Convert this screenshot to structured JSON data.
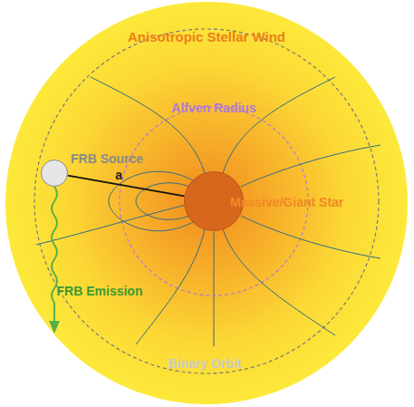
{
  "diagram": {
    "nodes": [
      {
        "text": [
          "FRB Source"
        ]
      },
      {
        "text": [
          "Massive/Giant Star"
        ]
      }
    ],
    "edges": [
      {
        "from": 0,
        "to": 1,
        "arrow": "none",
        "label": "a"
      }
    ],
    "labels": [
      "Anisotropic Stellar Wind",
      "Alfven Radius",
      "FRB Emission",
      "Binary Orbit"
    ]
  }
}
